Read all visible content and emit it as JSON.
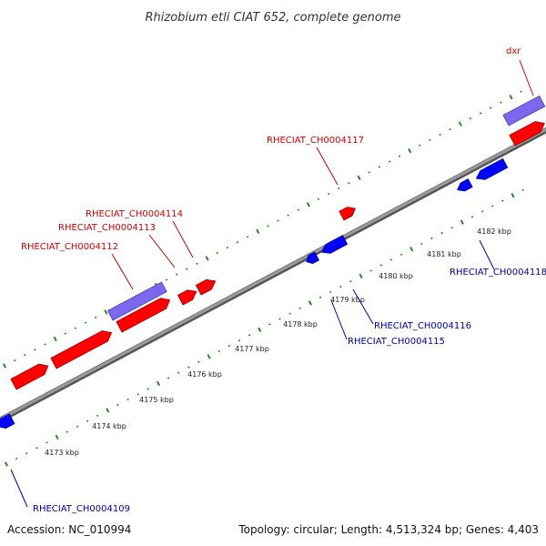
{
  "title": "Rhizobium etli CIAT 652, complete genome",
  "footer": {
    "accession": "Accession: NC_010994",
    "summary": "Topology: circular; Length: 4,513,324 bp; Genes: 4,403"
  },
  "colors": {
    "forward_gene": "#ff0000",
    "reverse_gene": "#0000ff",
    "rna_feature": "#7b68ee",
    "tick": "#228b22",
    "backbone": "#808080",
    "forward_label": "#cc0000",
    "reverse_label": "#000099"
  },
  "scale": {
    "ticks": [
      {
        "label": "4173 kbp"
      },
      {
        "label": "4174 kbp"
      },
      {
        "label": "4175 kbp"
      },
      {
        "label": "4176 kbp"
      },
      {
        "label": "4177 kbp"
      },
      {
        "label": "4178 kbp"
      },
      {
        "label": "4179 kbp"
      },
      {
        "label": "4180 kbp"
      },
      {
        "label": "4181 kbp"
      },
      {
        "label": "4182 kbp"
      }
    ]
  },
  "gene_labels": [
    {
      "text": "dxr",
      "strand": "forward"
    },
    {
      "text": "RHECIAT_CH0004117",
      "strand": "forward"
    },
    {
      "text": "RHECIAT_CH0004114",
      "strand": "forward"
    },
    {
      "text": "RHECIAT_CH0004113",
      "strand": "forward"
    },
    {
      "text": "RHECIAT_CH0004112",
      "strand": "forward"
    },
    {
      "text": "RHECIAT_CH0004118",
      "strand": "reverse"
    },
    {
      "text": "RHECIAT_CH0004116",
      "strand": "reverse"
    },
    {
      "text": "RHECIAT_CH0004115",
      "strand": "reverse"
    },
    {
      "text": "RHECIAT_CH0004109",
      "strand": "reverse"
    }
  ]
}
